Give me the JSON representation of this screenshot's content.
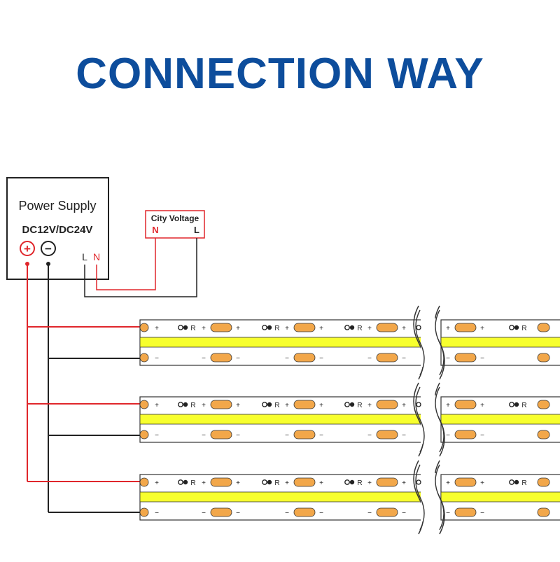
{
  "title": "CONNECTION WAY",
  "power_supply": {
    "label": "Power Supply",
    "voltage": "DC12V/DC24V",
    "plus": "+",
    "minus": "−",
    "terminal_l": "L",
    "terminal_n": "N"
  },
  "city_voltage": {
    "label": "City Voltage",
    "terminal_n": "N",
    "terminal_l": "L"
  },
  "strip": {
    "plus_mark": "+",
    "minus_mark": "−",
    "resistor_mark": "R",
    "count": 3
  },
  "colors": {
    "title": "#0d4d9c",
    "positive_wire": "#e0262b",
    "negative_wire": "#1a1a1a",
    "cob_light": "#f7ff2e",
    "solder_pad": "#f2a74a",
    "city_voltage_n": "#e0262b"
  }
}
